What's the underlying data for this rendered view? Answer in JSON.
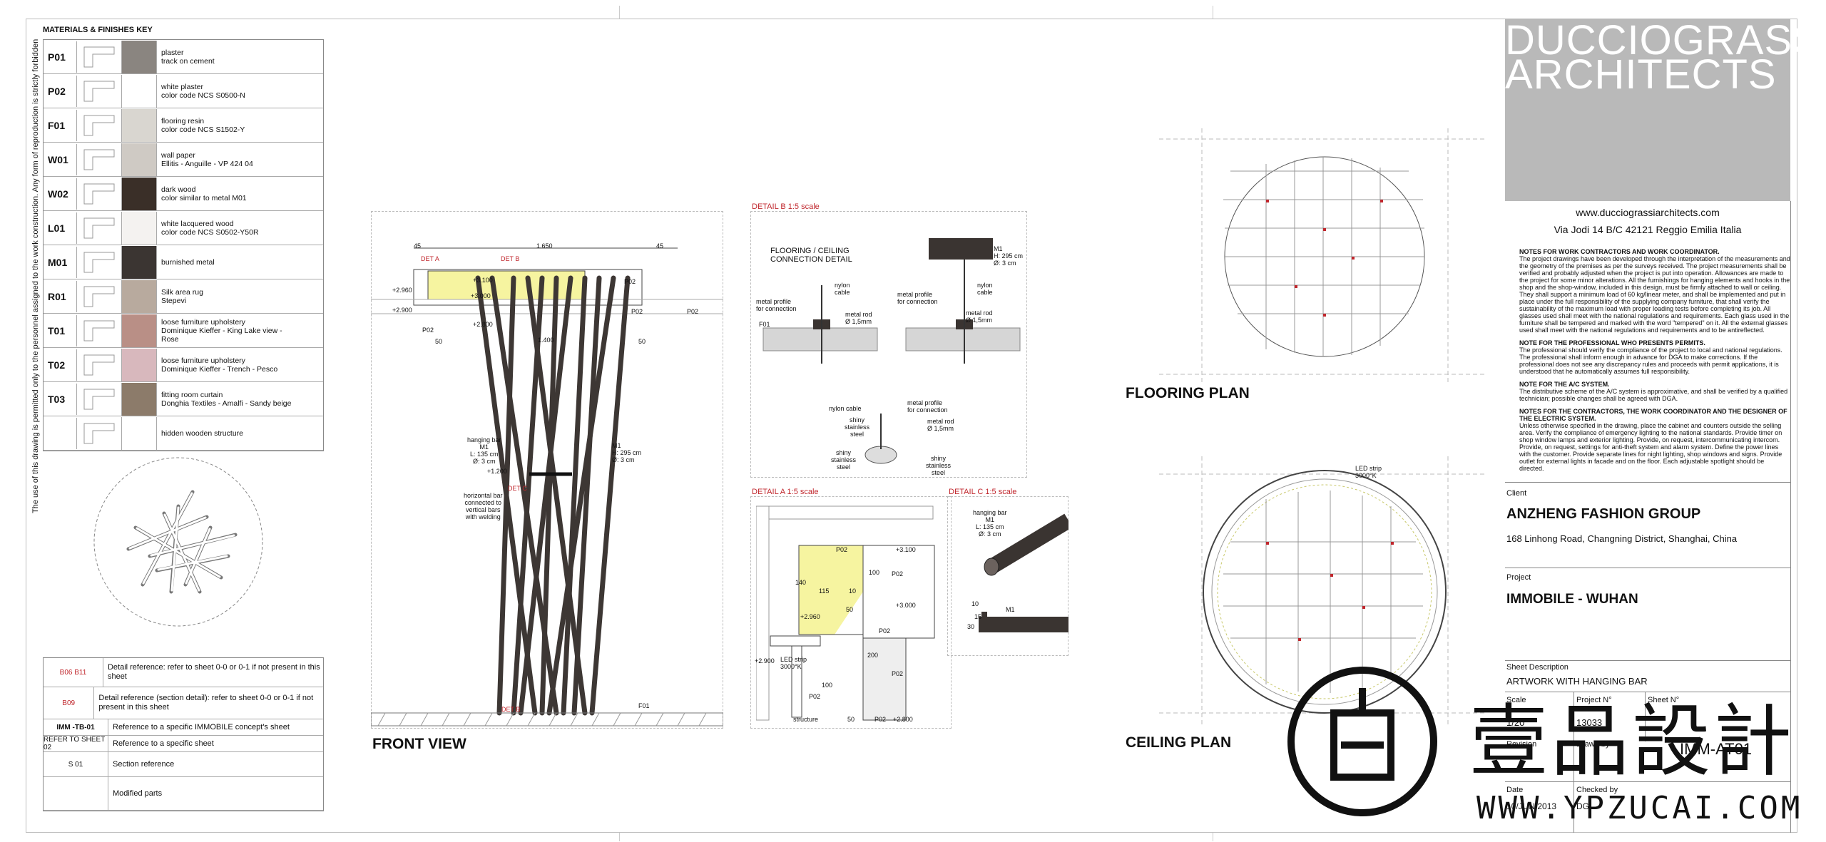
{
  "side_note": "The use of this drawing is permitted only to the personnel assigned to the work construction. Any form of reproduction is strictly forbidden",
  "materials": {
    "title": "MATERIALS & FINISHES KEY",
    "rows": [
      {
        "code": "P01",
        "desc": "plaster\ntrack on cement",
        "swatch": "#8a8580"
      },
      {
        "code": "P02",
        "desc": "white plaster\ncolor code NCS S0500-N",
        "swatch": "#ffffff"
      },
      {
        "code": "F01",
        "desc": "flooring resin\ncolor code NCS S1502-Y",
        "swatch": "#d9d6d0"
      },
      {
        "code": "W01",
        "desc": "wall paper\nEllitis - Anguille - VP 424 04",
        "swatch": "#cfcac4"
      },
      {
        "code": "W02",
        "desc": "dark wood\ncolor similar to metal M01",
        "swatch": "#3a2f28"
      },
      {
        "code": "L01",
        "desc": "white lacquered wood\ncolor code NCS S0502-Y50R",
        "swatch": "#f4f2f0"
      },
      {
        "code": "M01",
        "desc": "burnished metal",
        "swatch": "#3b3532"
      },
      {
        "code": "R01",
        "desc": "Silk area rug\nStepevi",
        "swatch": "#b8aa9e"
      },
      {
        "code": "T01",
        "desc": "loose furniture upholstery\nDominique Kieffer - King Lake view -\nRose",
        "swatch": "#b98f86"
      },
      {
        "code": "T02",
        "desc": "loose furniture upholstery\nDominique Kieffer - Trench - Pesco",
        "swatch": "#d8b8bd"
      },
      {
        "code": "T03",
        "desc": "fitting room curtain\nDonghia Textiles - Amalfi - Sandy beige",
        "swatch": "#8c7b6a"
      },
      {
        "code": "",
        "desc": "hidden wooden structure",
        "swatch": "#ffffff"
      }
    ]
  },
  "legend": [
    {
      "sym": "B06   B11",
      "desc": "Detail reference: refer to sheet 0-0 or 0-1 if not present in this sheet"
    },
    {
      "sym": "B09",
      "desc": "Detail reference (section detail): refer to sheet 0-0 or 0-1 if not present in this sheet"
    },
    {
      "sym": "IMM -TB-01",
      "desc": "Reference to a specific IMMOBILE concept's sheet"
    },
    {
      "sym": "REFER TO SHEET 02",
      "desc": "Reference to a specific sheet"
    },
    {
      "sym": "S 01",
      "desc": "Section reference"
    },
    {
      "sym": "",
      "desc": "Modified parts"
    }
  ],
  "front_view": {
    "title": "FRONT VIEW",
    "det_a": "DET A",
    "det_b": "DET B",
    "det_b2": "DET B",
    "det_c": "DET C",
    "dim_top": "1.650",
    "dim_45a": "45",
    "dim_45b": "45",
    "dim_mid": "1.400",
    "dim_50a": "50",
    "dim_50b": "50",
    "lv1": "+3.100",
    "lv2": "+3.000",
    "lv3": "+2.960",
    "lv4": "+2.900",
    "lv5": "+2.800",
    "lv6": "+1.200",
    "p02a": "P02",
    "p02b": "P02",
    "p02c": "P02",
    "p02d": "P02",
    "f01": "F01",
    "hanging": "hanging bar\nM1\nL: 135 cm\nØ: 3 cm",
    "horizontal": "horizontal bar\nconnected to\nvertical bars\nwith welding",
    "m1": "M1\nH: 295 cm\nØ: 3 cm"
  },
  "detail_b": {
    "title": "DETAIL B 1:5 scale",
    "sub": "FLOORING / CEILING\nCONNECTION DETAIL",
    "nylon1": "nylon\ncable",
    "nylon2": "nylon\ncable",
    "profile1": "metal profile\nfor connection",
    "profile2": "metal profile\nfor connection",
    "rod1": "metal rod\nØ 1,5mm",
    "rod2": "metal rod\nØ 1,5mm",
    "f01": "F01",
    "m1": "M1\nH: 295 cm\nØ: 3 cm",
    "nylon3": "nylon cable",
    "profile3": "metal profile\nfor connection",
    "shiny1": "shiny\nstainless\nsteel",
    "rod3": "metal rod\nØ 1,5mm",
    "shiny2": "shiny\nstainless\nsteel",
    "shiny3": "shiny\nstainless\nsteel"
  },
  "detail_a": {
    "title": "DETAIL A 1:5 scale",
    "p02a": "P02",
    "p02b": "P02",
    "p02c": "P02",
    "p02d": "P02",
    "p02e": "P02",
    "p02f": "P02",
    "lv1": "+3.100",
    "lv2": "+3.000",
    "lv3": "+2.960",
    "lv4": "+2.900",
    "lv5": "+2.800",
    "d140": "140",
    "d115": "115",
    "d10": "10",
    "d100": "100",
    "d50": "50",
    "d200": "200",
    "d100b": "100",
    "d50b": "50",
    "led": "LED strip\n3000°K",
    "structure": "structure"
  },
  "detail_c": {
    "title": "DETAIL C 1:5 scale",
    "hanging": "hanging bar\nM1\nL: 135 cm\nØ: 3 cm",
    "m1": "M1",
    "d10": "10",
    "d30": "30",
    "d15": "15"
  },
  "flooring_plan": {
    "title": "FLOORING PLAN"
  },
  "ceiling_plan": {
    "title": "CEILING PLAN",
    "led": "LED strip\n3000°K"
  },
  "title_block": {
    "logo_line1": "DUCCIOGRASSI",
    "logo_line2": "ARCHITECTS",
    "website": "www.ducciograssiarchitects.com",
    "address": "Via Jodi 14 B/C 42121 Reggio Emilia Italia",
    "notes": [
      {
        "h": "NOTES FOR WORK CONTRACTORS AND WORK COORDINATOR.",
        "t": "The project drawings have been developed through the interpretation of the measurements and the geometry of the premises as per the surveys received. The project measurements shall be verified and probably adjusted when the project is put into operation. Allowances are made to the project for some minor alterations. All the furnishings for hanging elements and hooks in the shop and the shop-window, included in this design, must be firmly attached to wall or ceiling. They shall support a minimum load of 60 kg/linear meter, and shall be implemented and put in place under the full responsibility of the supplying company furniture, that shall verify the sustainability of the maximum load with proper loading tests before completing its job. All glasses used shall meet with the national regulations and requirements. Each glass used in the furniture shall be tempered and marked with the word \"tempered\" on it. All the external glasses used shall meet with the national regulations and requirements and to be antireflected."
      },
      {
        "h": "NOTE FOR THE PROFESSIONAL WHO PRESENTS PERMITS.",
        "t": "The professional should verify the compliance of the project to local and national regulations. The professional shall inform enough in advance for DGA to make corrections. If the professional does not see any discrepancy rules and proceeds with permit applications, it is understood that he automatically assumes full responsibility."
      },
      {
        "h": "NOTE FOR THE A/C SYSTEM.",
        "t": "The distributive scheme of the A/C system is approximative, and shall be verified by a qualified technician; possible changes shall be agreed with DGA."
      },
      {
        "h": "NOTES FOR THE CONTRACTORS, THE WORK COORDINATOR AND THE DESIGNER OF THE ELECTRIC SYSTEM.",
        "t": "Unless otherwise specified in the drawing, place the cabinet and counters outside the selling area. Verify the compliance of emergency lighting to the national standards. Provide timer on shop window lamps and exterior lighting. Provide, on request, intercommunicating intercom. Provide, on request, settings for anti-theft system and alarm system. Define the power lines with the customer. Provide separate lines for night lighting, shop windows and signs. Provide outlet for external lights in facade and on the floor. Each adjustable spotlight should be directed."
      }
    ],
    "client_label": "Client",
    "client_name": "ANZHENG FASHION GROUP",
    "client_address": "168 Linhong Road, Changning District, Shanghai, China",
    "project_label": "Project",
    "project_name": "IMMOBILE - WUHAN",
    "sheet_desc_label": "Sheet Description",
    "sheet_desc": "ARTWORK WITH HANGING BAR",
    "scale_label": "Scale",
    "scale": "1/20",
    "project_no_label": "Project N°",
    "project_no": "13033",
    "sheet_no_label": "Sheet N°",
    "sheet_no": "IMM-AT01",
    "revision_label": "Revision",
    "drawn_label": "Drawn by",
    "date_label": "Date",
    "date": "10/JUN/2013",
    "checked_label": "Checked by",
    "checked": "DG"
  },
  "watermark": {
    "cn": "壹品設計",
    "url": "WWW.YPZUCAI.COM"
  }
}
